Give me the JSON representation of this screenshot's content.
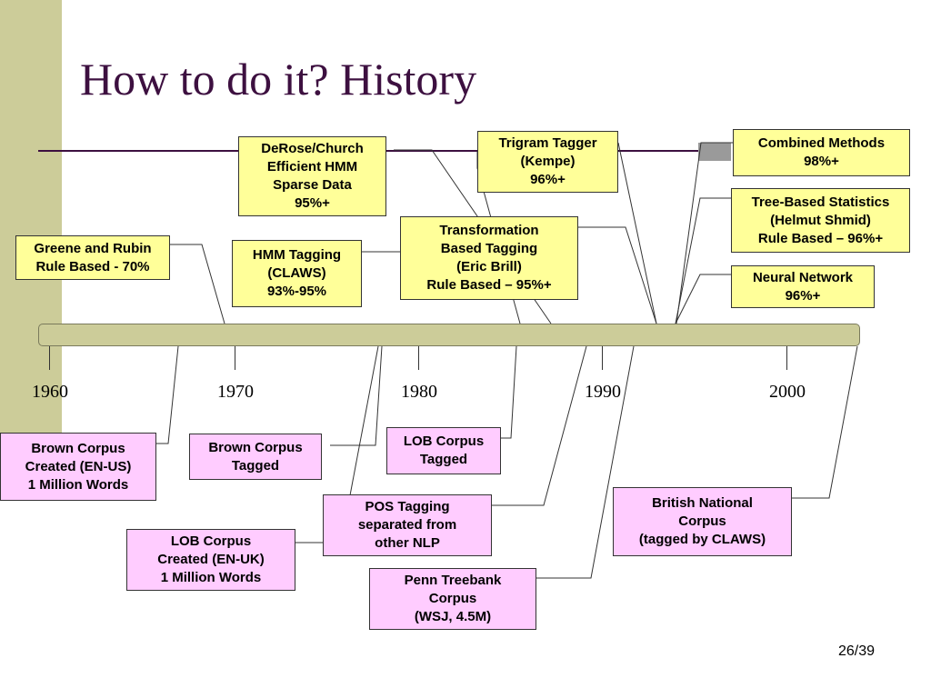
{
  "slide": {
    "title": "How to do it? History",
    "page_number": "26/39",
    "colors": {
      "title": "#3d1040",
      "band": "#cccc99",
      "accuracy_box": "#ffff99",
      "corpus_box": "#ffccff"
    }
  },
  "timeline": {
    "years": [
      "1960",
      "1970",
      "1980",
      "1990",
      "2000"
    ]
  },
  "methods": {
    "greene_rubin": [
      "Greene and Rubin",
      "Rule Based - 70%"
    ],
    "derose_church": [
      "DeRose/Church",
      "Efficient HMM",
      "Sparse Data",
      "95%+"
    ],
    "hmm_tagging": [
      "HMM Tagging",
      "(CLAWS)",
      "93%-95%"
    ],
    "trigram_tagger": [
      "Trigram Tagger",
      "(Kempe)",
      "96%+"
    ],
    "transformation": [
      "Transformation",
      "Based Tagging",
      "(Eric Brill)",
      "Rule Based – 95%+"
    ],
    "combined": [
      "Combined Methods",
      "98%+"
    ],
    "tree_based": [
      "Tree-Based Statistics",
      "(Helmut Shmid)",
      "Rule Based – 96%+"
    ],
    "neural_network": [
      "Neural Network",
      "96%+"
    ]
  },
  "corpora": {
    "brown_created": [
      "Brown Corpus",
      "Created (EN-US)",
      "1 Million Words"
    ],
    "brown_tagged": [
      "Brown Corpus",
      "Tagged"
    ],
    "lob_created": [
      "LOB Corpus",
      "Created (EN-UK)",
      "1 Million Words"
    ],
    "lob_tagged": [
      "LOB Corpus",
      "Tagged"
    ],
    "pos_separated": [
      "POS Tagging",
      "separated from",
      "other NLP"
    ],
    "penn_treebank": [
      "Penn Treebank",
      "Corpus",
      "(WSJ, 4.5M)"
    ],
    "bnc": [
      "British National",
      "Corpus",
      "(tagged by CLAWS)"
    ]
  }
}
